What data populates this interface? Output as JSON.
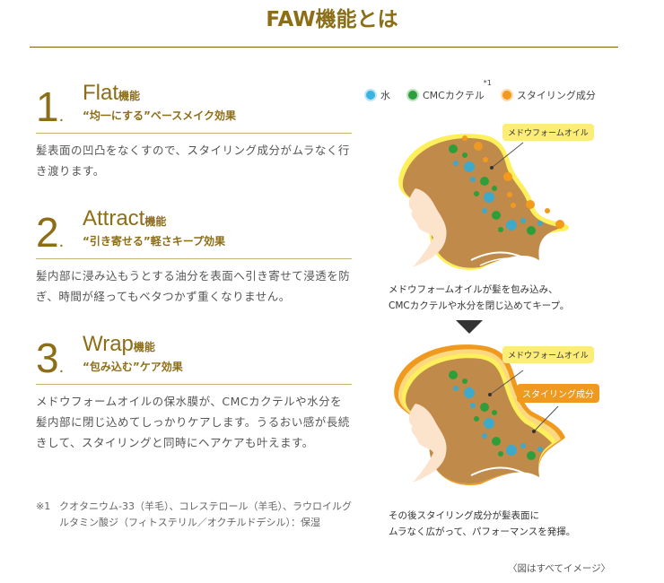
{
  "header": {
    "title": "FAW機能とは"
  },
  "features": [
    {
      "number": "1",
      "name": "Flat",
      "name_suffix": "機能",
      "subtitle": "“均一にする”ベースメイク効果",
      "description": "髪表面の凹凸をなくすので、スタイリング成分がムラなく行き渡ります。"
    },
    {
      "number": "2",
      "name": "Attract",
      "name_suffix": "機能",
      "subtitle": "“引き寄せる”軽さキープ効果",
      "description": "髪内部に浸み込もうとする油分を表面へ引き寄せて浸透を防ぎ、時間が経ってもベタつかず重くなりません。"
    },
    {
      "number": "3",
      "name": "Wrap",
      "name_suffix": "機能",
      "subtitle": "“包み込む”ケア効果",
      "description": "メドウフォームオイルの保水膜が、CMCカクテルや水分を髪内部に閉じ込めてしっかりケアします。うるおい感が長続きして、スタイリングと同時にヘアケアも叶えます。"
    }
  ],
  "footnote": {
    "mark": "※1",
    "text": "クオタニウム-33（羊毛）、コレステロール（羊毛）、ラウロイルグルタミン酸ジ（フィトステリル／オクチルドデシル）：保湿"
  },
  "legend": {
    "items": [
      {
        "label": "水",
        "color": "#3bb3e0"
      },
      {
        "label": "CMCカクテル",
        "color": "#2e9e3a",
        "sup": "*1"
      },
      {
        "label": "スタイリング成分",
        "color": "#f39a1e"
      }
    ]
  },
  "illustration_1": {
    "tag_oil": "メドウフォームオイル",
    "caption": [
      "メドウフォームオイルが髪を包み込み、",
      "CMCカクテルや水分を閉じ込めてキープ。"
    ]
  },
  "illustration_2": {
    "tag_oil": "メドウフォームオイル",
    "tag_styling": "スタイリング成分",
    "caption": [
      "その後スタイリング成分が髪表面に",
      "ムラなく広がって、パフォーマンスを発揮。"
    ]
  },
  "image_note": "〈図はすべてイメージ〉",
  "colors": {
    "brand_gold": "#8d6e16",
    "hair": "#c08a4a",
    "skin": "#fbe3cc",
    "oil_yellow": "#fcec78",
    "styling_orange": "#ef9a1e"
  }
}
